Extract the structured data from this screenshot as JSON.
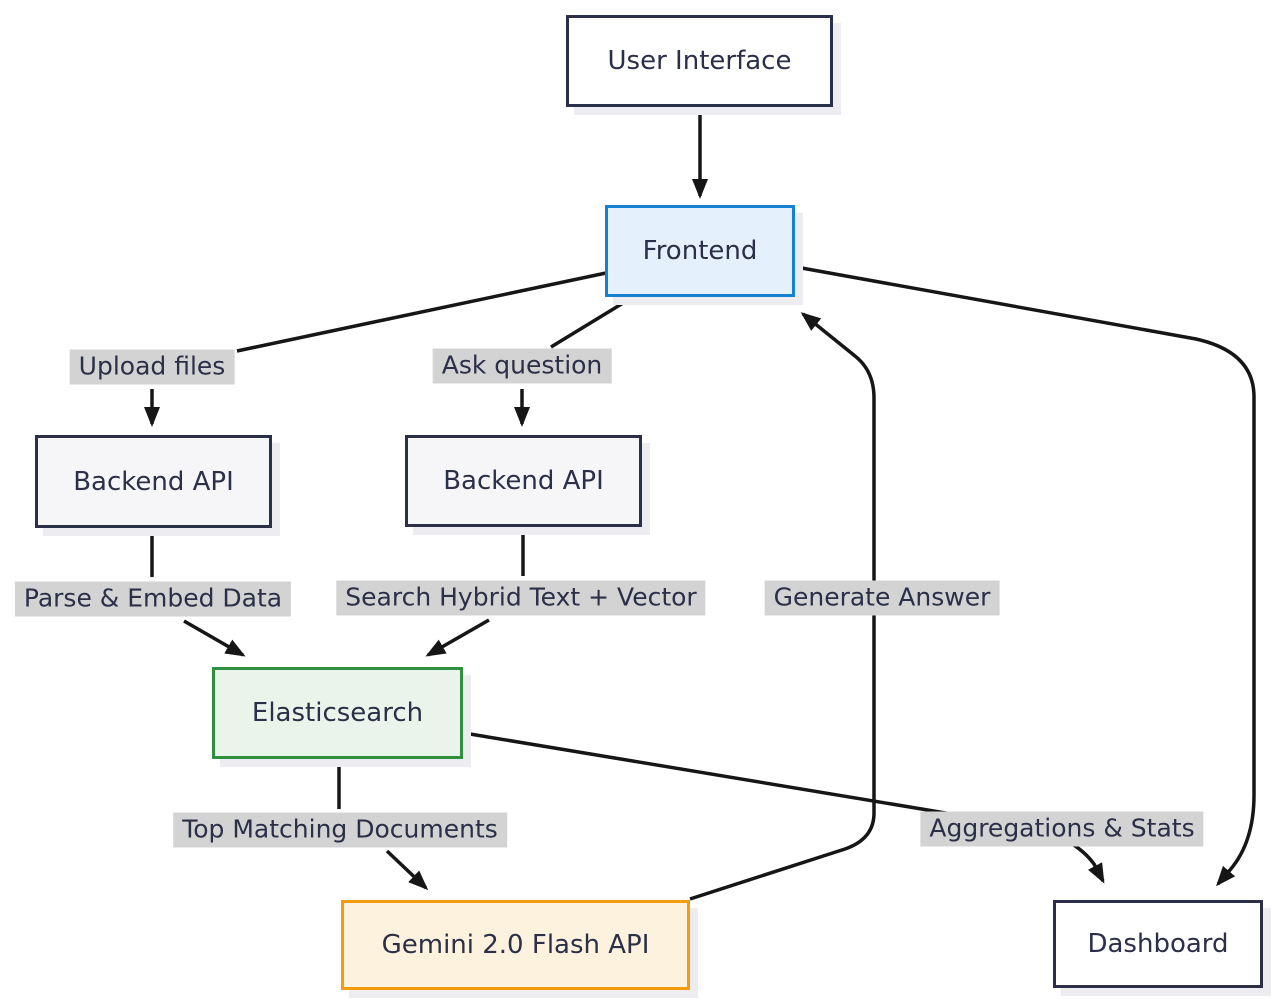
{
  "diagram_title": "",
  "colors": {
    "ink": "#2b2f48",
    "edge-line": "#161616",
    "label-bg": "#d3d3d3",
    "shadow": "#ececf1",
    "frontend-border": "#1681d2",
    "frontend-fill": "#e4f1fc",
    "neutral-fill": "#f6f6f9",
    "elastic-border": "#2f9140",
    "elastic-fill": "#e9f5ea",
    "gemini-border": "#f59b0e",
    "gemini-fill": "#fdf2dd",
    "white-fill": "#ffffff",
    "canvas-bg": "#ffffff"
  },
  "nodes": {
    "user_interface": {
      "label": "User Interface",
      "fill": "#ffffff",
      "border": "#2b2f48"
    },
    "frontend": {
      "label": "Frontend",
      "fill": "#e4f1fc",
      "border": "#1681d2"
    },
    "backend_api_upload": {
      "label": "Backend API",
      "fill": "#f6f6f9",
      "border": "#2b2f48"
    },
    "backend_api_ask": {
      "label": "Backend API",
      "fill": "#f6f6f9",
      "border": "#2b2f48"
    },
    "elasticsearch": {
      "label": "Elasticsearch",
      "fill": "#e9f5ea",
      "border": "#2f9140"
    },
    "gemini": {
      "label": "Gemini 2.0 Flash API",
      "fill": "#fdf2dd",
      "border": "#f59b0e"
    },
    "dashboard": {
      "label": "Dashboard",
      "fill": "#ffffff",
      "border": "#2b2f48"
    }
  },
  "edges": [
    {
      "from": "User Interface",
      "to": "Frontend",
      "label": ""
    },
    {
      "from": "Frontend",
      "to": "Backend API",
      "label": "Upload files"
    },
    {
      "from": "Frontend",
      "to": "Backend API",
      "label": "Ask question"
    },
    {
      "from": "Backend API",
      "to": "Elasticsearch",
      "label": "Parse & Embed Data"
    },
    {
      "from": "Backend API",
      "to": "Elasticsearch",
      "label": "Search Hybrid Text + Vector"
    },
    {
      "from": "Elasticsearch",
      "to": "Gemini 2.0 Flash API",
      "label": "Top Matching Documents"
    },
    {
      "from": "Gemini 2.0 Flash API",
      "to": "Frontend",
      "label": "Generate Answer"
    },
    {
      "from": "Elasticsearch",
      "to": "Dashboard",
      "label": "Aggregations & Stats"
    },
    {
      "from": "Frontend",
      "to": "Dashboard",
      "label": ""
    }
  ]
}
